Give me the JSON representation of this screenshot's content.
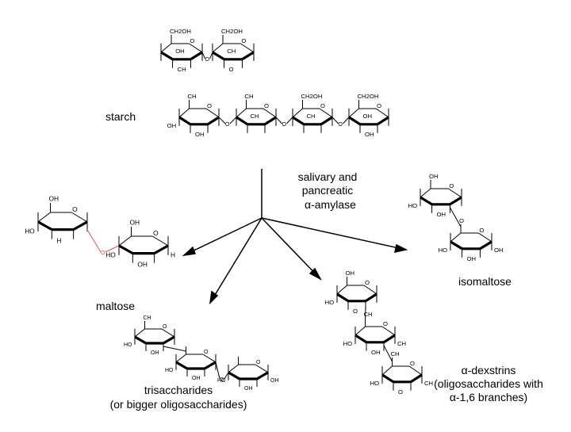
{
  "labels": {
    "starch": "starch",
    "enzyme_line1": "salivary and",
    "enzyme_line2": "pancreatic",
    "enzyme_line3": "α-amylase",
    "isomaltose": "isomaltose",
    "maltose": "maltose",
    "tri_line1": "trisaccharides",
    "tri_line2": "(or bigger oligosaccharides)",
    "dex_line1": "α-dexstrins",
    "dex_line2": "(oligosaccharides with",
    "dex_line3": "α-1,6 branches)"
  },
  "atom_labels": {
    "ch2oh": "CH2OH",
    "oh": "OH",
    "o": "O",
    "h": "H",
    "ho": "HO",
    "ch": "CH"
  },
  "colors": {
    "ink": "#000000",
    "glycosidic_bond": "#e05050"
  }
}
